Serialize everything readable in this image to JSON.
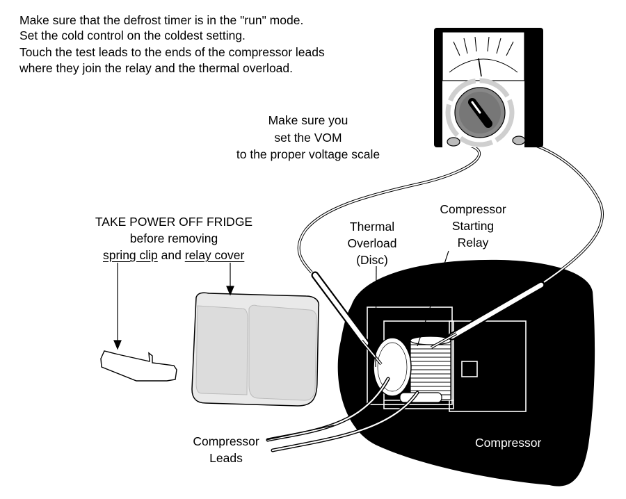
{
  "instructions": {
    "line1": "Make sure that the defrost timer is in the \"run\" mode.",
    "line2": "Set the cold control on the coldest setting.",
    "line3": "Touch the test leads to the ends of the compressor leads",
    "line4": "where they join the relay and the thermal overload."
  },
  "vom_note": {
    "line1": "Make sure you",
    "line2": "set the VOM",
    "line3": "to the proper voltage scale"
  },
  "power_warning": {
    "line1": "TAKE POWER OFF FRIDGE",
    "line2": "before removing",
    "spring_clip": "spring clip",
    "and": "and",
    "relay_cover": "relay cover"
  },
  "labels": {
    "thermal_overload": [
      "Thermal",
      "Overload",
      "(Disc)"
    ],
    "starting_relay": [
      "Compressor",
      "Starting",
      "Relay"
    ],
    "compressor_leads": [
      "Compressor",
      "Leads"
    ],
    "compressor": "Compressor"
  },
  "icons": [
    "vom-meter-icon",
    "spring-clip-icon",
    "relay-cover-icon",
    "compressor-body-icon",
    "test-probe-icon"
  ]
}
